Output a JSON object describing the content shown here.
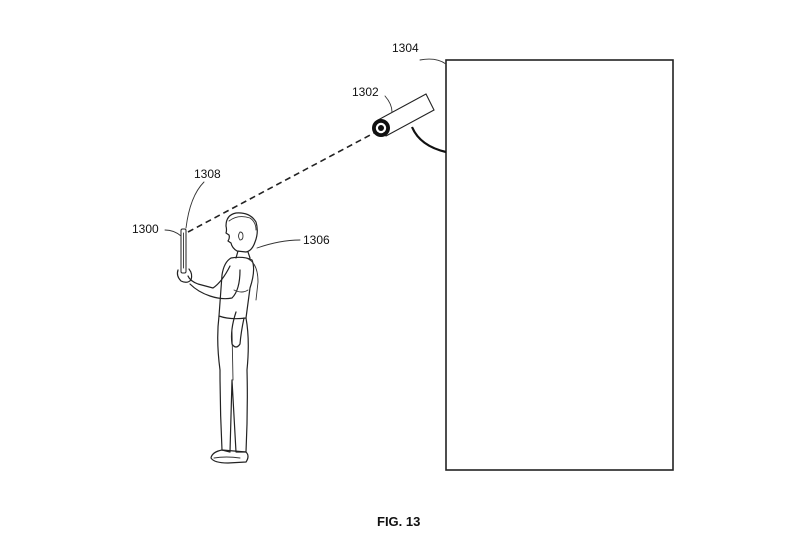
{
  "figure": {
    "caption": "FIG. 13",
    "labels": {
      "device": "1300",
      "camera": "1302",
      "wall": "1304",
      "person": "1306",
      "sensor": "1308"
    }
  }
}
